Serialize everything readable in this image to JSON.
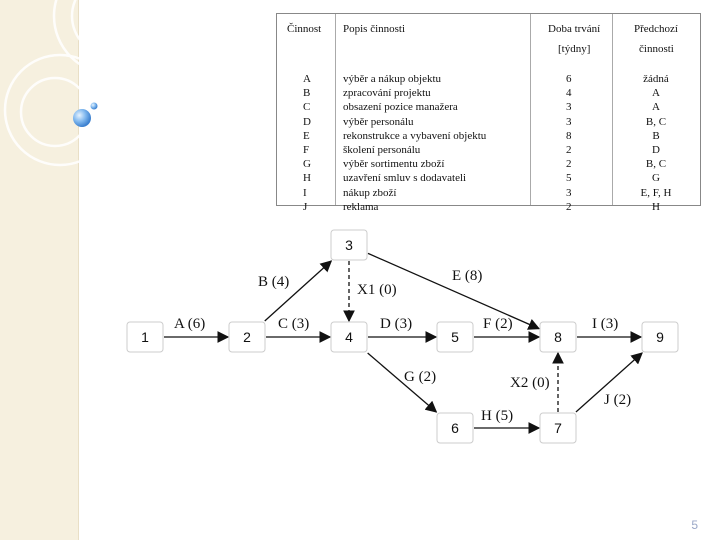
{
  "table": {
    "headers": {
      "activity": "Činnost",
      "description": "Popis činnosti",
      "duration_line1": "Doba trvání",
      "duration_line2": "[týdny]",
      "predecessor_line1": "Předchozí",
      "predecessor_line2": "činnosti"
    },
    "rows": [
      {
        "activity": "A",
        "description": "výběr a nákup objektu",
        "duration": "6",
        "predecessor": "žádná"
      },
      {
        "activity": "B",
        "description": "zpracování projektu",
        "duration": "4",
        "predecessor": "A"
      },
      {
        "activity": "C",
        "description": "obsazení pozice manažera",
        "duration": "3",
        "predecessor": "A"
      },
      {
        "activity": "D",
        "description": "výběr personálu",
        "duration": "3",
        "predecessor": "B, C"
      },
      {
        "activity": "E",
        "description": "rekonstrukce a vybavení objektu",
        "duration": "8",
        "predecessor": "B"
      },
      {
        "activity": "F",
        "description": "školení personálu",
        "duration": "2",
        "predecessor": "D"
      },
      {
        "activity": "G",
        "description": "výběr sortimentu zboží",
        "duration": "2",
        "predecessor": "B, C"
      },
      {
        "activity": "H",
        "description": "uzavření smluv s dodavateli",
        "duration": "5",
        "predecessor": "G"
      },
      {
        "activity": "I",
        "description": "nákup zboží",
        "duration": "3",
        "predecessor": "E, F, H"
      },
      {
        "activity": "J",
        "description": "reklama",
        "duration": "2",
        "predecessor": "H"
      }
    ]
  },
  "diagram": {
    "nodes": [
      {
        "id": "n1",
        "label": "1"
      },
      {
        "id": "n2",
        "label": "2"
      },
      {
        "id": "n3",
        "label": "3"
      },
      {
        "id": "n4",
        "label": "4"
      },
      {
        "id": "n5",
        "label": "5"
      },
      {
        "id": "n6",
        "label": "6"
      },
      {
        "id": "n7",
        "label": "7"
      },
      {
        "id": "n8",
        "label": "8"
      },
      {
        "id": "n9",
        "label": "9"
      }
    ],
    "edges": [
      {
        "id": "eA",
        "from": "n1",
        "to": "n2",
        "label": "A (6)",
        "dashed": false
      },
      {
        "id": "eB",
        "from": "n2",
        "to": "n3",
        "label": "B (4)",
        "dashed": false
      },
      {
        "id": "eC",
        "from": "n2",
        "to": "n4",
        "label": "C (3)",
        "dashed": false
      },
      {
        "id": "eX1",
        "from": "n3",
        "to": "n4",
        "label": "X1 (0)",
        "dashed": true
      },
      {
        "id": "eE",
        "from": "n3",
        "to": "n8",
        "label": "E (8)",
        "dashed": false
      },
      {
        "id": "eD",
        "from": "n4",
        "to": "n5",
        "label": "D (3)",
        "dashed": false
      },
      {
        "id": "eG",
        "from": "n4",
        "to": "n6",
        "label": "G (2)",
        "dashed": false
      },
      {
        "id": "eF",
        "from": "n5",
        "to": "n8",
        "label": "F (2)",
        "dashed": false
      },
      {
        "id": "eH",
        "from": "n6",
        "to": "n7",
        "label": "H (5)",
        "dashed": false
      },
      {
        "id": "eX2",
        "from": "n7",
        "to": "n8",
        "label": "X2 (0)",
        "dashed": true
      },
      {
        "id": "eI",
        "from": "n8",
        "to": "n9",
        "label": "I (3)",
        "dashed": false
      },
      {
        "id": "eJ",
        "from": "n7",
        "to": "n9",
        "label": "J (2)",
        "dashed": false
      }
    ]
  },
  "slide_number": "5"
}
